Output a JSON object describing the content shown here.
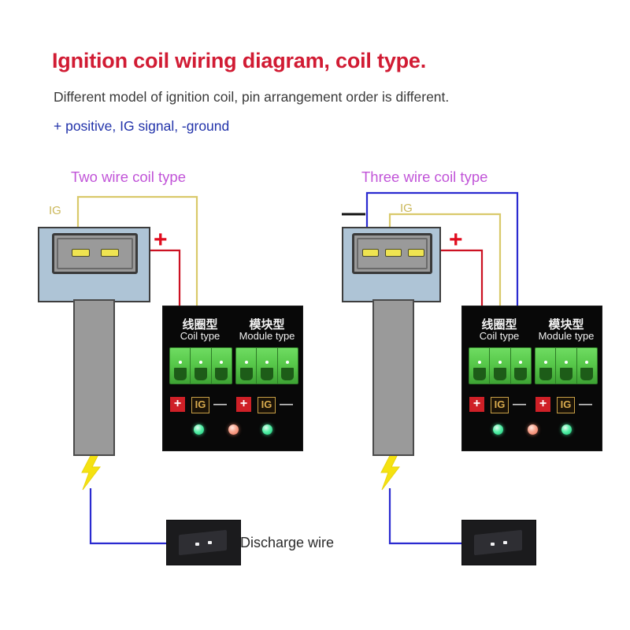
{
  "header": {
    "title": "Ignition coil wiring diagram, coil type.",
    "subtitle": "Different model of ignition coil, pin arrangement order is different.",
    "legend": "+ positive, IG signal, -ground",
    "title_color": "#d11b33",
    "legend_color": "#2233aa"
  },
  "sections": {
    "left": {
      "title": "Two wire coil type",
      "title_color": "#c154d8",
      "coil_pins": 2,
      "wires": [
        {
          "name": "IG",
          "label": "IG",
          "color": "#d9c96a",
          "from_pin": 1,
          "to_terminal": 2
        },
        {
          "name": "positive",
          "label": "+",
          "color": "#cc1122",
          "from_pin": 2,
          "to_terminal": 1
        }
      ],
      "plus_mark": "+"
    },
    "right": {
      "title": "Three wire coil type",
      "title_color": "#c154d8",
      "coil_pins": 3,
      "wires": [
        {
          "name": "ground",
          "label": "—",
          "color": "#2a2ad0",
          "from_pin": 1,
          "to_terminal": 3
        },
        {
          "name": "IG",
          "label": "IG",
          "color": "#d9c96a",
          "from_pin": 2,
          "to_terminal": 2
        },
        {
          "name": "positive",
          "label": "+",
          "color": "#cc1122",
          "from_pin": 3,
          "to_terminal": 1
        }
      ],
      "plus_mark": "+",
      "minus_mark": "—"
    }
  },
  "tester_panel": {
    "groups": [
      {
        "cn_label": "线圈型",
        "en_label": "Coil type",
        "terminals": 3,
        "pin_labels": [
          "+",
          "IG",
          "—"
        ]
      },
      {
        "cn_label": "模块型",
        "en_label": "Module type",
        "terminals": 3,
        "pin_labels": [
          "+",
          "IG",
          "—"
        ]
      }
    ],
    "leds": [
      {
        "name": "led-left",
        "color": "green"
      },
      {
        "name": "led-middle",
        "color": "red"
      },
      {
        "name": "led-right",
        "color": "green"
      }
    ],
    "background_color": "#080808",
    "terminal_color": "#57c84a"
  },
  "discharge": {
    "label": "Discharge wire",
    "wire_color": "#2a2ad0",
    "spark_color": "#f5e211"
  },
  "icons": {
    "spark": "lightning-bolt-icon",
    "led": "led-indicator-icon"
  }
}
